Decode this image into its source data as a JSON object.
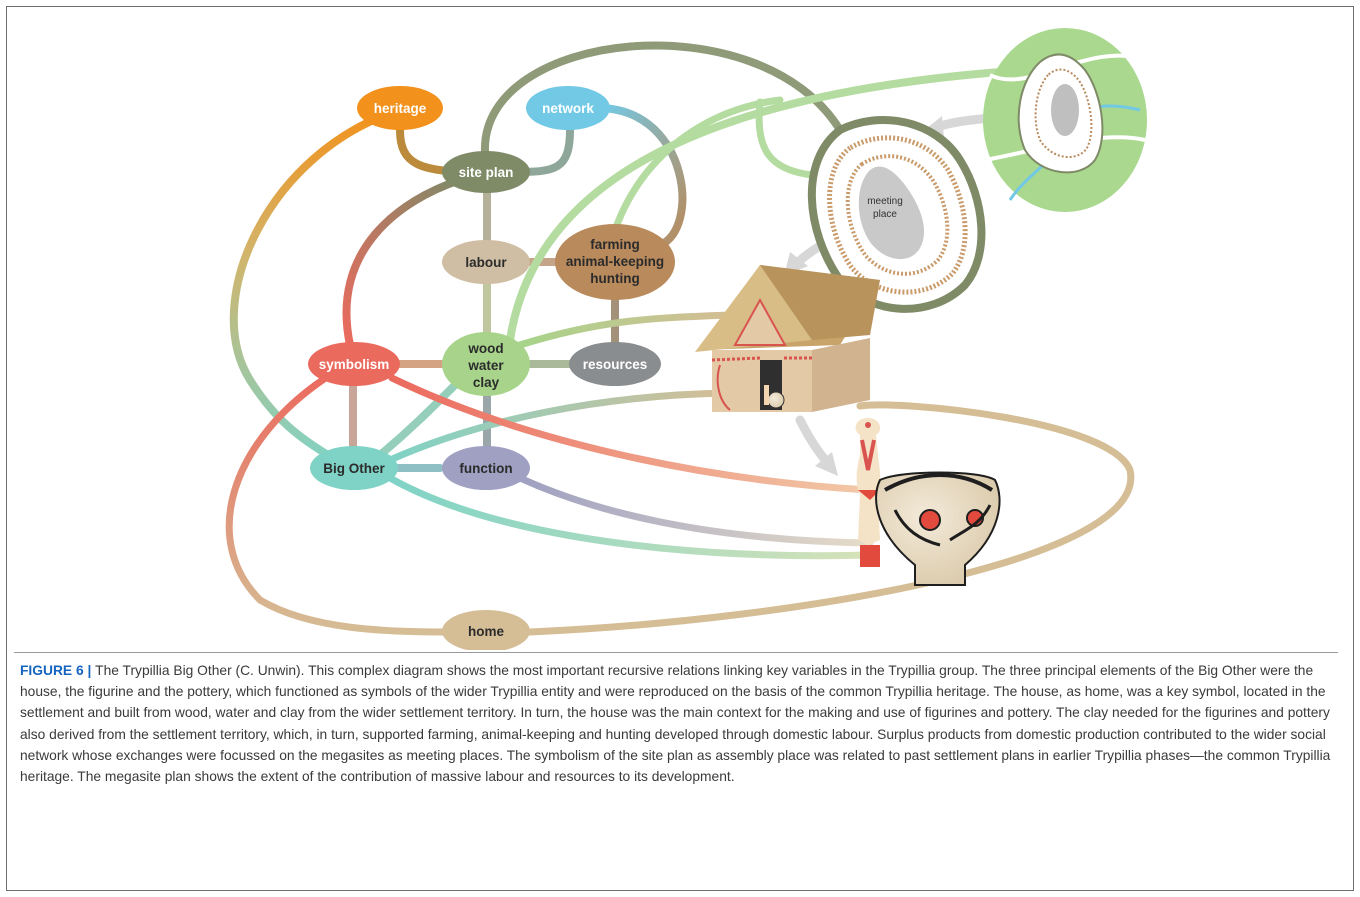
{
  "nodes": {
    "heritage": "heritage",
    "network": "network",
    "site_plan": "site plan",
    "labour": "labour",
    "farming": [
      "farming",
      "animal-keeping",
      "hunting"
    ],
    "symbolism": "symbolism",
    "wood": [
      "wood",
      "water",
      "clay"
    ],
    "resources": "resources",
    "big_other": "Big Other",
    "function": "function",
    "home": "home",
    "meeting_place": [
      "meeting",
      "place"
    ]
  },
  "colors": {
    "heritage": "#f2911b",
    "network": "#72c9e6",
    "site_plan": "#7f8a67",
    "labour": "#cfbea3",
    "farming": "#b88a5c",
    "symbolism": "#eb6a5e",
    "wood": "#a7d48a",
    "resources": "#8a8d8f",
    "big_other": "#7fd3c6",
    "function": "#9fa0c2",
    "home": "#d5bd95",
    "territory": "#a9d88e",
    "megasite_outline": "#7f8a67"
  },
  "caption": {
    "label": "FIGURE 6",
    "separator": " | ",
    "text": "The Trypillia Big Other (C. Unwin). This complex diagram shows the most important recursive relations linking key variables in the Trypillia group. The three principal elements of the Big Other were the house, the figurine and the pottery, which functioned as symbols of the wider Trypillia entity and were reproduced on the basis of the common Trypillia heritage. The house, as home, was a key symbol, located in the settlement and built from wood, water and clay from the wider settlement territory. In turn, the house was the main context for the making and use of figurines and pottery. The clay needed for the figurines and pottery also derived from the settlement territory, which, in turn, supported farming, animal-keeping and hunting developed through domestic labour. Surplus products from domestic production contributed to the wider social network whose exchanges were focussed on the megasites as meeting places. The symbolism of the site plan as assembly place was related to past settlement plans in earlier Trypillia phases—the common Trypillia heritage. The megasite plan shows the extent of the contribution of massive labour and resources to its development."
  }
}
